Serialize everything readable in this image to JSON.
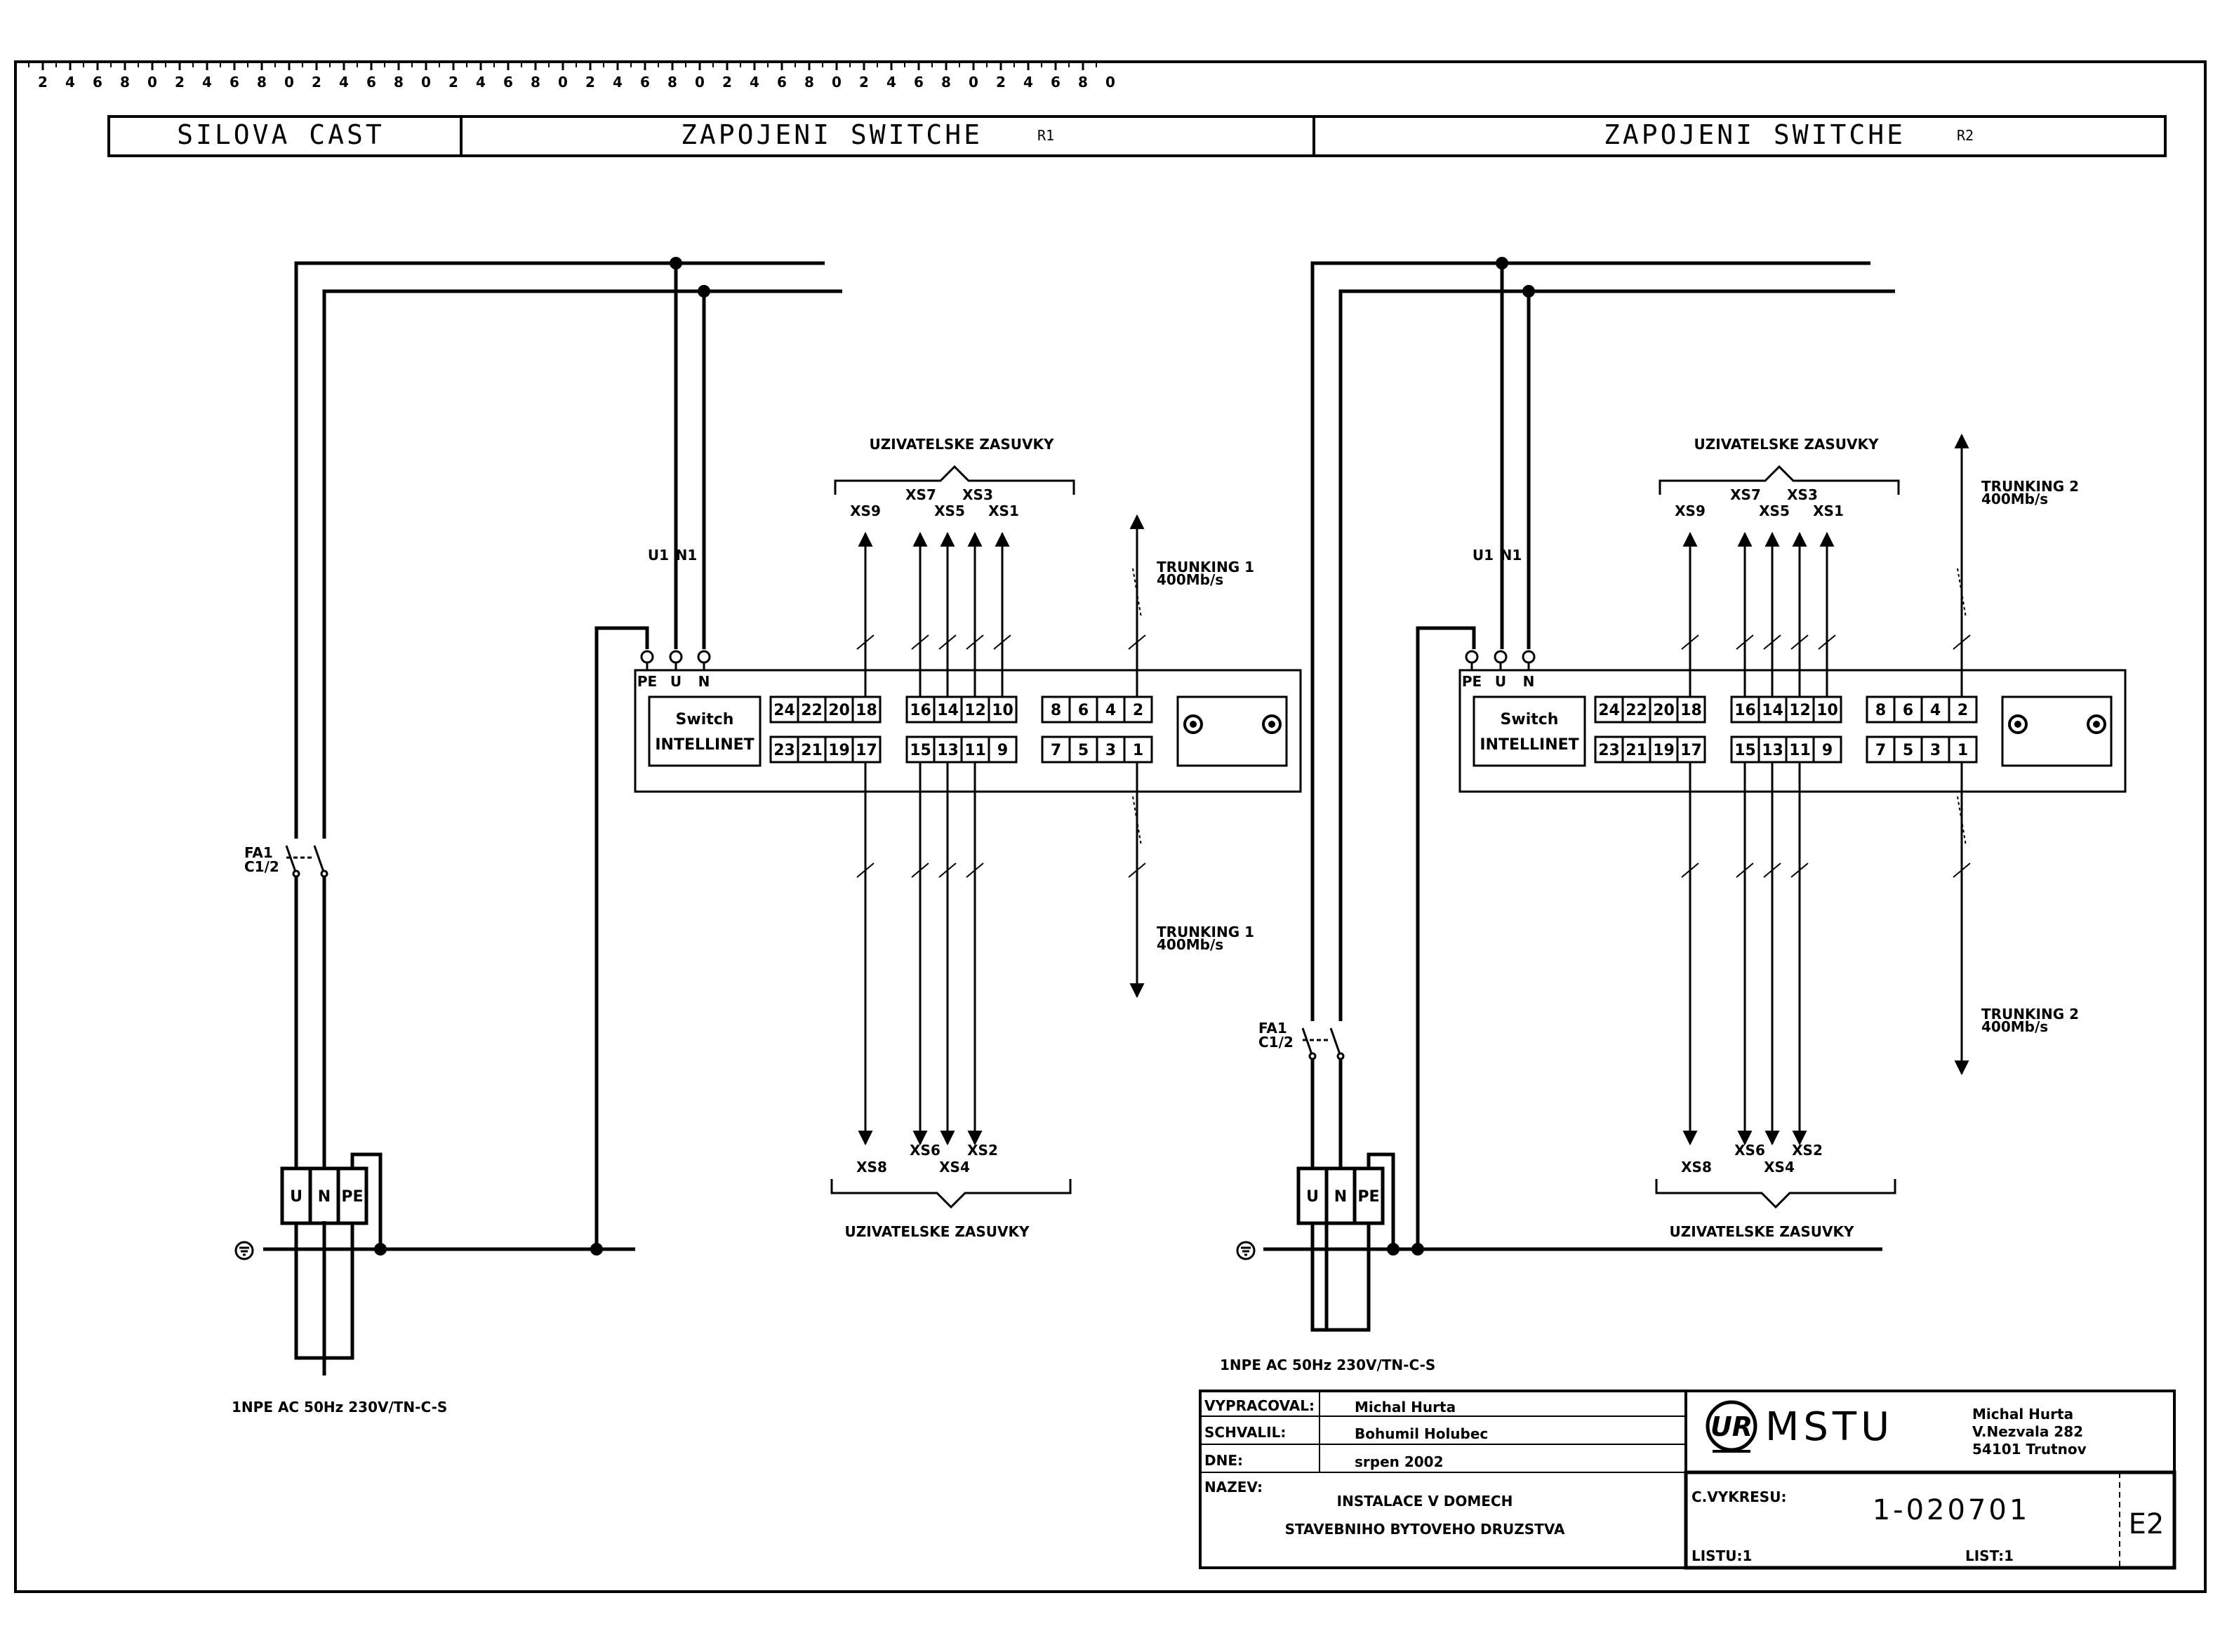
{
  "ruler_digits": [
    "2",
    "4",
    "6",
    "8",
    "0"
  ],
  "header": {
    "power_section": "SILOVA CAST",
    "switch_r1": "ZAPOJENI SWITCHE",
    "switch_r1_sub": "R1",
    "switch_r2": "ZAPOJENI SWITCHE",
    "switch_r2_sub": "R2"
  },
  "diagram": {
    "user_outlets_label": "UZIVATELSKE ZASUVKY",
    "outlets_top": [
      "XS9",
      "XS7",
      "XS5",
      "XS3",
      "XS1"
    ],
    "outlets_bottom": [
      "XS8",
      "XS6",
      "XS4",
      "XS2"
    ],
    "feed_labels": [
      "U1",
      "N1"
    ],
    "terminal_labels": [
      "PE",
      "U",
      "N"
    ],
    "switch_name_1": "Switch",
    "switch_name_2": "INTELLINET",
    "port_rows": {
      "top": [
        "24",
        "22",
        "20",
        "18",
        "16",
        "14",
        "12",
        "10",
        "8",
        "6",
        "4",
        "2"
      ],
      "bottom": [
        "23",
        "21",
        "19",
        "17",
        "15",
        "13",
        "11",
        "9",
        "7",
        "5",
        "3",
        "1"
      ]
    },
    "breaker_label_1": "FA1",
    "breaker_label_2": "C1/2",
    "block_labels": [
      "U",
      "N",
      "PE"
    ],
    "supply_spec": "1NPE AC 50Hz 230V/TN-C-S",
    "r1_trunk_label": "TRUNKING 1",
    "r2_trunk_label": "TRUNKING 2",
    "trunk_speed": "400Mb/s"
  },
  "title_block": {
    "prepared_label": "VYPRACOVAL:",
    "prepared_value": "Michal Hurta",
    "approved_label": "SCHVALIL:",
    "approved_value": "Bohumil Holubec",
    "date_label": "DNE:",
    "date_value": "srpen 2002",
    "name_label": "NAZEV:",
    "name_line_1": "INSTALACE V DOMECH",
    "name_line_2": "STAVEBNIHO BYTOVEHO DRUZSTVA",
    "logo_mark": "UR",
    "logo_text": "MSTU",
    "author_line_1": "Michal Hurta",
    "author_line_2": "V.Nezvala 282",
    "author_line_3": "54101 Trutnov",
    "drawing_no_label": "C.VYKRESU:",
    "drawing_no": "1-020701",
    "sheet_code": "E2",
    "sheets_label": "LISTU:1",
    "sheet_label": "LIST:1"
  },
  "colors": {
    "ink": "#000000",
    "paper": "#ffffff"
  }
}
